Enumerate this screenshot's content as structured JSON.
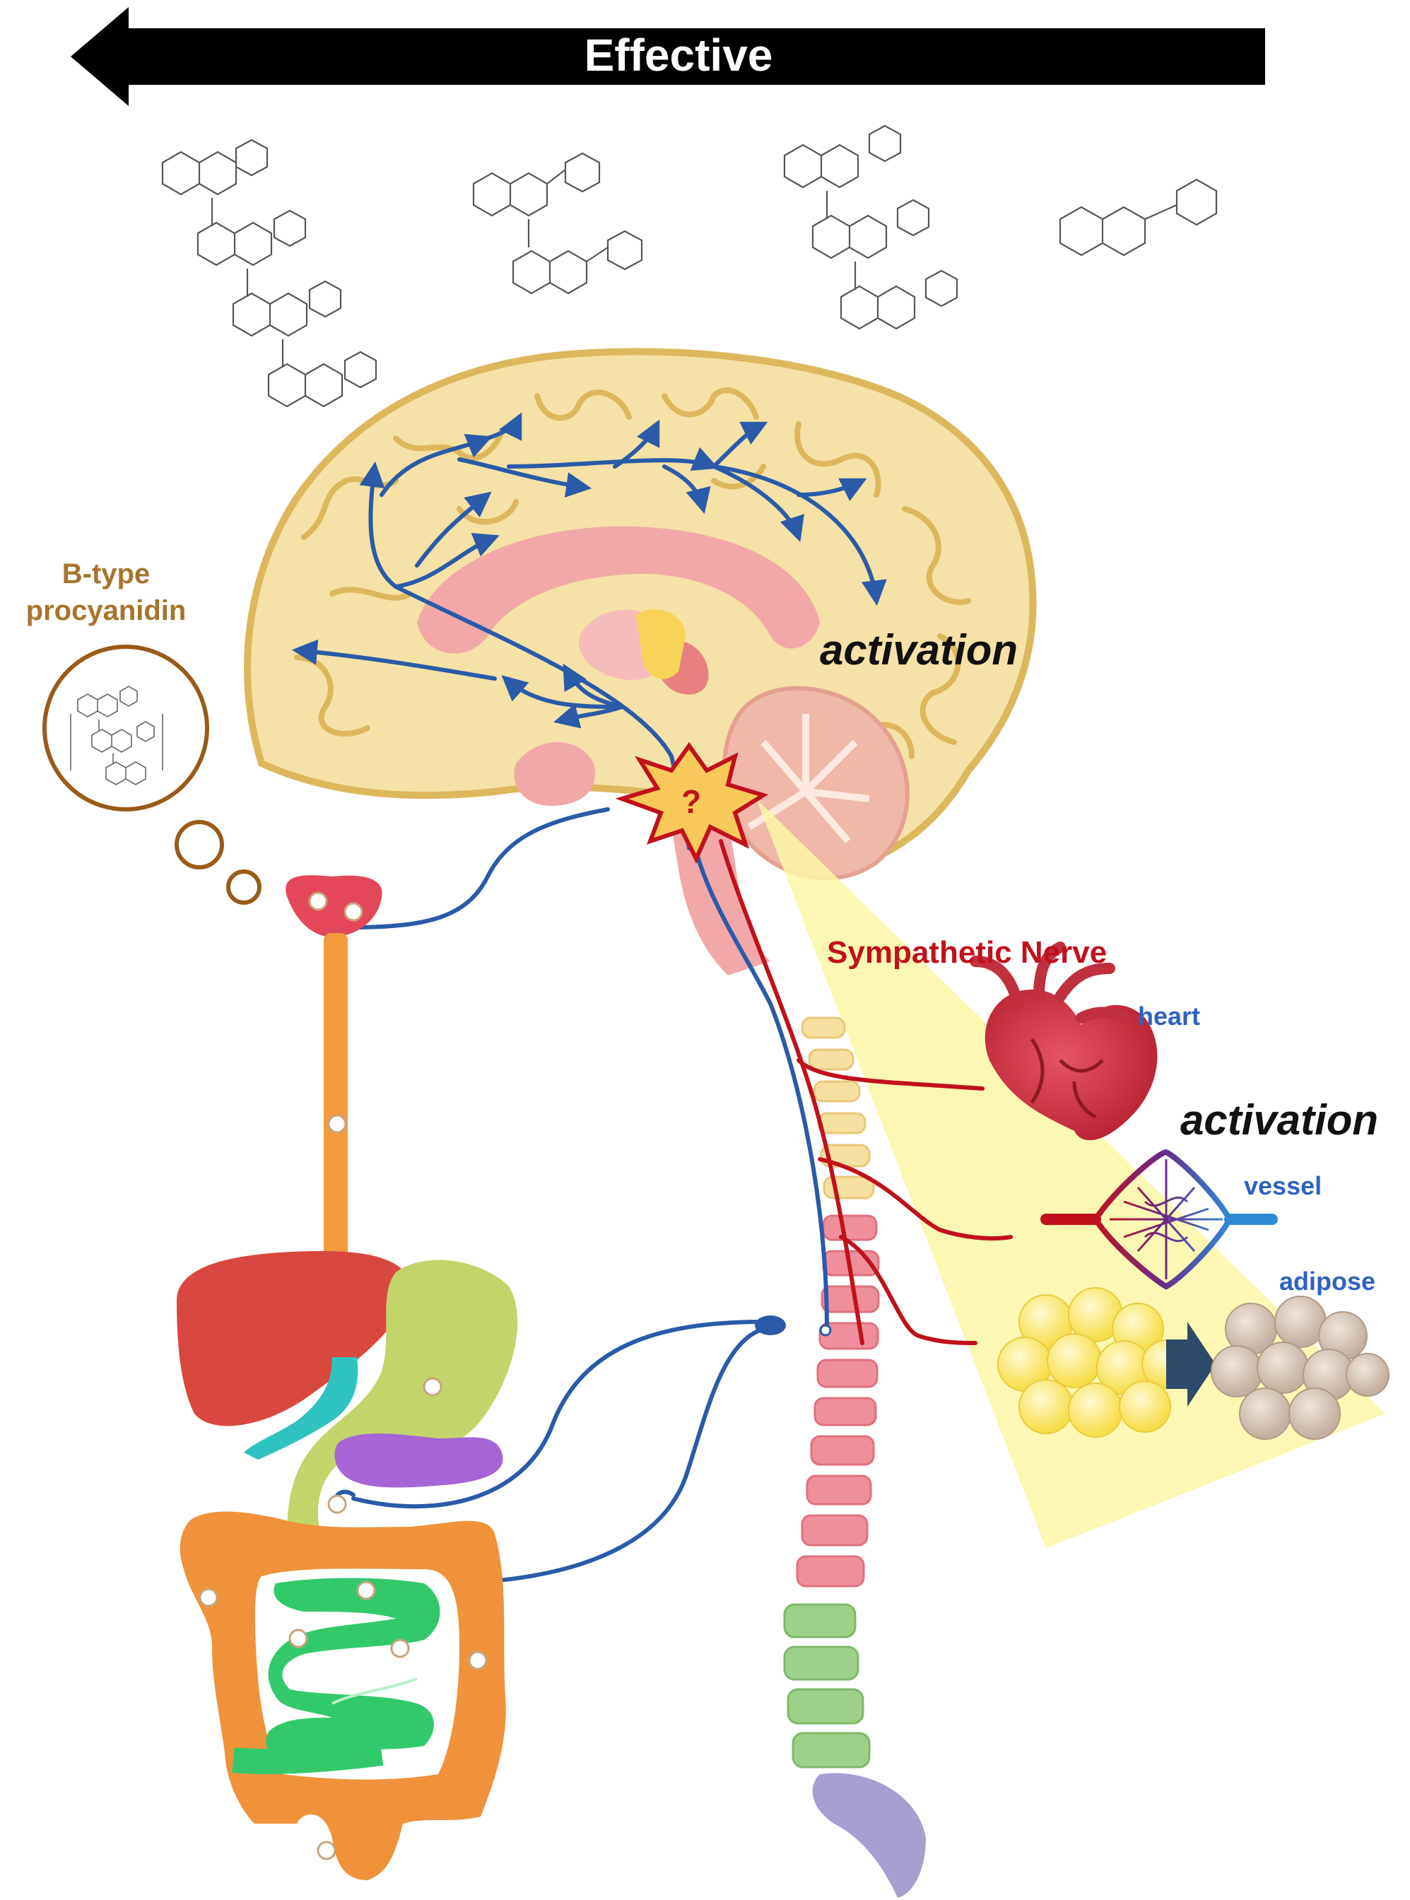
{
  "arrow_banner": {
    "label": "Effective",
    "direction": "left"
  },
  "labels": {
    "compound_name_line1": "B-type",
    "compound_name_line2": "procyanidin",
    "brain_activation": "activation",
    "sympathetic_nerve": "Sympathetic Nerve",
    "heart": "heart",
    "vessel": "vessel",
    "adipose": "adipose",
    "organ_activation": "activation"
  },
  "colors": {
    "banner": "#000000",
    "brain": "#f5e2a6",
    "brain_outline": "#dcb85c",
    "limbic": "#f2a8a8",
    "nerve_blue": "#2a5aa8",
    "nerve_red": "#c0111b",
    "compound_label": "#a8742b",
    "organ_label": "#2f62c0",
    "sympathetic_label": "#c0111b",
    "spotlight": "#fbf6a4",
    "heart": "#d83a4a",
    "liver": "#d9483e",
    "stomach": "#c2d46a",
    "pancreas": "#a565d6",
    "duodenum_duct": "#2fc3c0",
    "colon": "#f0923a",
    "small_intestine": "#32c96b",
    "vagal_orange": "#f39a3d",
    "fat_cell_yellow": "#fff07a",
    "fat_cell_beige": "#d7c6b5",
    "spine_pink": "#ef8f9c",
    "spine_green": "#9fd08a",
    "sacrum": "#a79fd0"
  }
}
